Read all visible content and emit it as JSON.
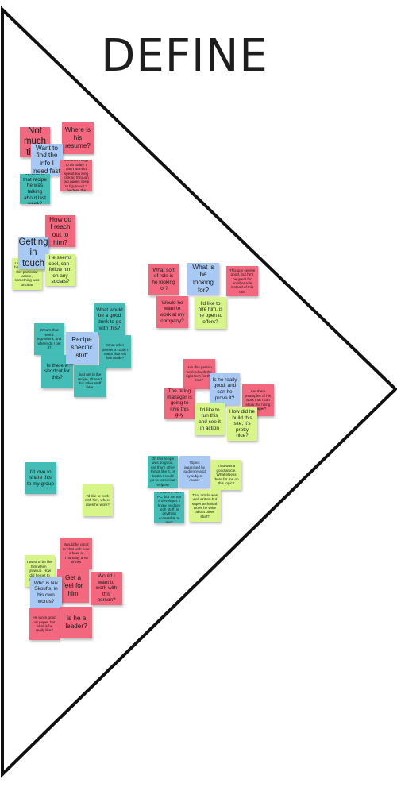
{
  "board": {
    "title": "DEFINE"
  },
  "colors": {
    "pink": "#f3677f",
    "blue": "#a7c9f3",
    "teal": "#45bdb7",
    "lime": "#d8f58a",
    "outline": "#111111"
  },
  "notes": {
    "n01": "Not much time",
    "n02": "Where is his resume?",
    "n03": "Want to find the info I need fast",
    "n04": "I've got a hundred things to do today. I don't want to spend too long looking through two pages deep to figure out if he does the right job",
    "n05": "Where is that recipe he was talking about last week?",
    "n06": "How do I reach out to him?",
    "n07": "Getting in touch",
    "n08": "I want to talk to him more about this particular article, something was unclear",
    "n09": "He seems cool, can I follow him on any socials?",
    "n10": "What sort of role is he looking for?",
    "n11": "What is he looking for?",
    "n12": "This guy seems good, but he's be great for another role instead of this one",
    "n13": "Would he want to work at my company?",
    "n14": "I'd like to hire him, is he open to offers?",
    "n15": "What would be a good drink to go with this?",
    "n16": "What's that weird ingredient, and where do I get it?",
    "n17": "Recipe specific stuff",
    "n18": "What other desserts could I make that Nik has made?",
    "n19": "Is there a shortcut for this?",
    "n20": "Just get to the recipe, I'll read this other stuff later",
    "n21": "Has this person worked with the right tech for this role?",
    "n22": "Is he really good, and can he prove it?",
    "n23": "Are there examples of his work that I can show the hiring manager?",
    "n24": "The hiring manager is going to love this guy",
    "n25": "I'd like to run this and see it in action",
    "n26": "How did he build this site, it's pretty nice?",
    "n27": "I'd love to share this to my group",
    "n28": "I'd like to work with him, where does he work?",
    "n29": "Oh this recipe was so good, are there other things like it, or books I could go to for similar recipes?",
    "n30": "Topics organised by audience and by subject matter",
    "n31": "That was a good article. What else is there for me on this topic?",
    "n32": "I build my own PC, but I'm not a developer. I know he does tech stuff, is anything accessible to me?",
    "n33": "That article was well written but super technical. Does he write about other stuff?",
    "n34": "Would be good to chat with over a beer at Thursday arvo drinks",
    "n35": "I want to be like him when I grow up. How did he get to where he is?",
    "n36": "Get a feel for him",
    "n37": "Would I want to work with this person?",
    "n38": "Who is Nik Skoufis, in his own words?",
    "n39": "He looks good on paper, but what is he really like?",
    "n40": "Is he a leader?"
  }
}
